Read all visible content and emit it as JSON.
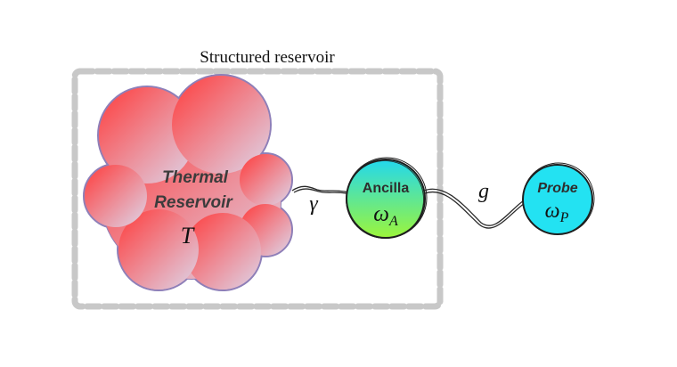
{
  "reservoir_box": {
    "title": "Structured reservoir"
  },
  "thermal": {
    "line1": "Thermal",
    "line2": "Reservoir",
    "temp_symbol": "T",
    "gradient_from": "#ff3b3b",
    "gradient_to": "#ddd6ea",
    "outline": "#8e7fb8"
  },
  "ancilla": {
    "label": "Ancilla",
    "freq_symbol": "ω",
    "freq_sub": "A",
    "gradient_top": "#22d8ee",
    "gradient_bottom": "#9cf53a"
  },
  "probe": {
    "label": "Probe",
    "freq_symbol": "ω",
    "freq_sub": "P",
    "fill": "#23e2f2"
  },
  "couplings": {
    "gamma": "γ",
    "g": "g"
  },
  "colors": {
    "dashed_box": "#c8c8c8",
    "wire": "#2a2a2a"
  }
}
